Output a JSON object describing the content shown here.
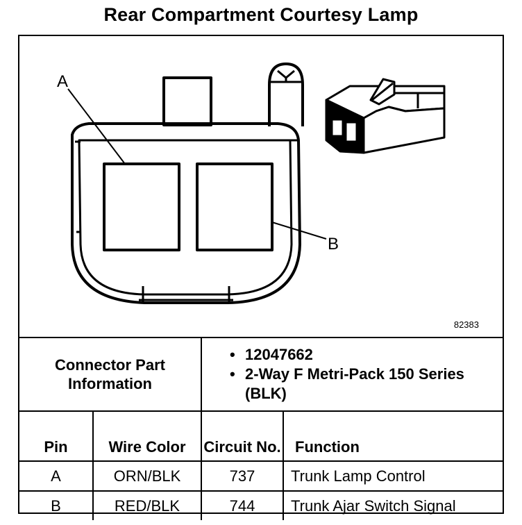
{
  "title": "Rear Compartment Courtesy Lamp",
  "figure_number": "82383",
  "callouts": {
    "a": "A",
    "b": "B"
  },
  "connector_info": {
    "label": "Connector Part Information",
    "items": [
      "12047662",
      "2-Way F Metri-Pack 150 Series (BLK)"
    ]
  },
  "table": {
    "headers": {
      "pin": "Pin",
      "wire_color": "Wire Color",
      "circuit": "Circuit No.",
      "function": "Function"
    },
    "rows": [
      {
        "pin": "A",
        "wire_color": "ORN/BLK",
        "circuit": "737",
        "function": "Trunk Lamp Control"
      },
      {
        "pin": "B",
        "wire_color": "RED/BLK",
        "circuit": "744",
        "function": "Trunk Ajar Switch Signal"
      }
    ]
  }
}
